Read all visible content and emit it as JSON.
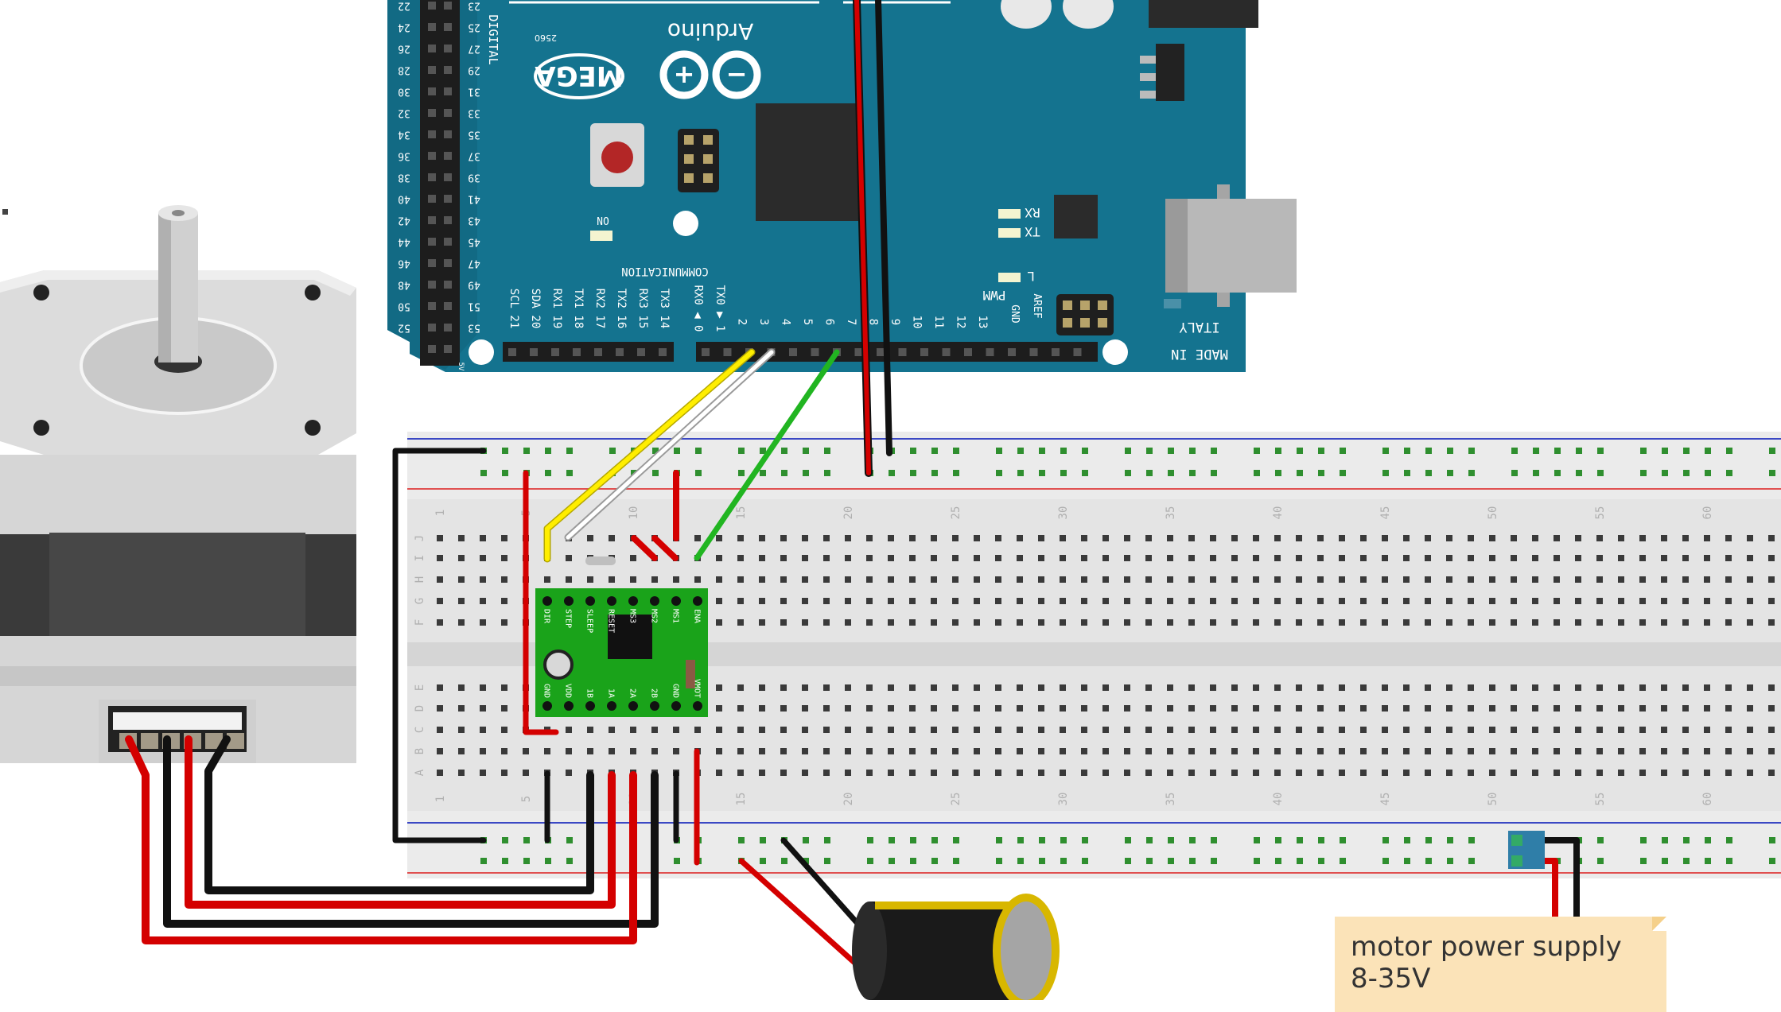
{
  "arduino": {
    "brand": "Arduino",
    "model": "MEGA",
    "model_sub": "2560",
    "digital": "DIGITAL",
    "communication": "COMMUNICATION",
    "pwm": "PWM",
    "made_in": "MADE IN",
    "country": "ITALY",
    "on": "ON",
    "led_l": "L",
    "led_tx": "TX",
    "led_rx": "RX",
    "aref": "AREF",
    "gnd": "GND",
    "five_v": "5V",
    "comm_pins": [
      "TX3 14",
      "RX3 15",
      "TX2 16",
      "RX2 17",
      "TX1 18",
      "RX1 19",
      "SDA 20",
      "SCL 21"
    ],
    "pwm_pins": [
      "13",
      "12",
      "11",
      "10",
      "9",
      "8",
      "7",
      "6",
      "5",
      "4",
      "3",
      "2",
      "TX0 ▶ 1",
      "RX0 ◀ 0"
    ],
    "digital_left": [
      "52",
      "50",
      "48",
      "46",
      "44",
      "42",
      "40",
      "38",
      "36",
      "34",
      "32",
      "30",
      "28",
      "26",
      "24",
      "22"
    ],
    "digital_right": [
      "53",
      "51",
      "49",
      "47",
      "45",
      "43",
      "41",
      "39",
      "37",
      "35",
      "33",
      "31",
      "29",
      "27",
      "25",
      "23"
    ]
  },
  "breadboard": {
    "column_numbers": [
      "1",
      "5",
      "10",
      "15",
      "20",
      "25",
      "30",
      "35",
      "40",
      "45",
      "50",
      "55",
      "60"
    ],
    "row_letters_top": [
      "J",
      "I",
      "H",
      "G",
      "F"
    ],
    "row_letters_bottom": [
      "E",
      "D",
      "C",
      "B",
      "A"
    ]
  },
  "driver": {
    "top_pins": [
      "DIR",
      "STEP",
      "SLEEP",
      "RESET",
      "MS3",
      "MS2",
      "MS1",
      "ENA"
    ],
    "bottom_pins": [
      "GND",
      "VDD",
      "1B",
      "1A",
      "2A",
      "2B",
      "GND",
      "VMOT"
    ]
  },
  "note": {
    "line1": "motor power supply",
    "line2": "8-35V"
  },
  "colors": {
    "board_blue": "#14738f",
    "wire_red": "#d40000",
    "wire_black": "#1a1a1a",
    "wire_yellow": "#ffee00",
    "wire_green": "#21b521",
    "driver_green": "#1aa31a",
    "note_bg": "#fbe3b8"
  }
}
